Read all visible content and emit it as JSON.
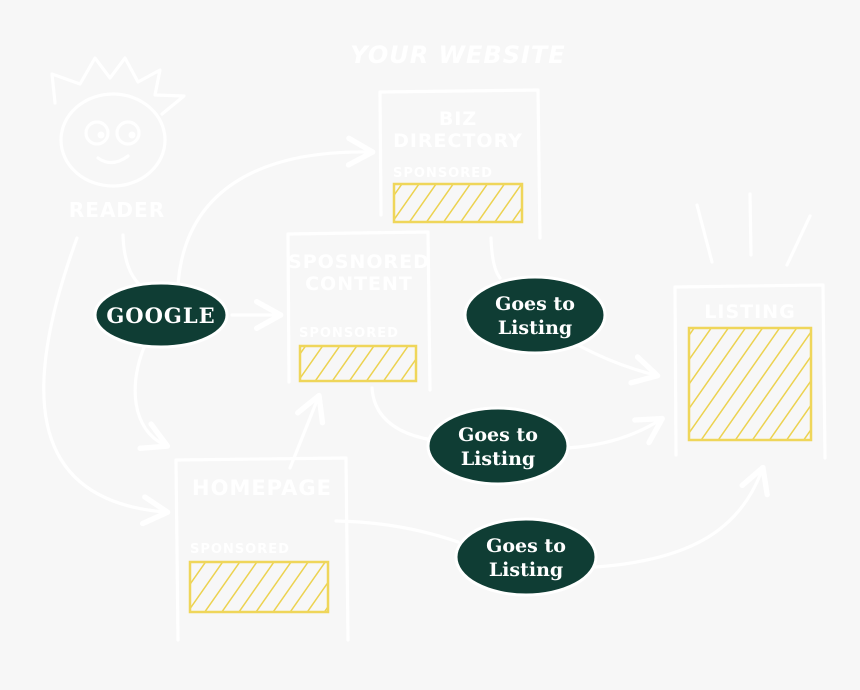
{
  "title": "YOUR WEBSITE",
  "reader": {
    "label": "READER"
  },
  "pages": {
    "biz_directory": {
      "title_line1": "BIZ",
      "title_line2": "DIRECTORY",
      "sponsored": "SPONSORED"
    },
    "sponsored_content": {
      "title_line1": "SPOSNORED",
      "title_line2": "CONTENT",
      "sponsored": "SPONSORED"
    },
    "homepage": {
      "title": "HOMEPAGE",
      "sponsored": "SPONSORED"
    },
    "listing": {
      "title": "LISTING"
    }
  },
  "pills": {
    "google": {
      "label": "GOOGLE"
    },
    "goes1": {
      "line1": "Goes to",
      "line2": "Listing"
    },
    "goes2": {
      "line1": "Goes to",
      "line2": "Listing"
    },
    "goes3": {
      "line1": "Goes to",
      "line2": "Listing"
    }
  },
  "colors": {
    "background": "#f7f7f7",
    "pill": "#0f3d34",
    "highlight": "#f8ea93",
    "stroke": "#ffffff"
  }
}
